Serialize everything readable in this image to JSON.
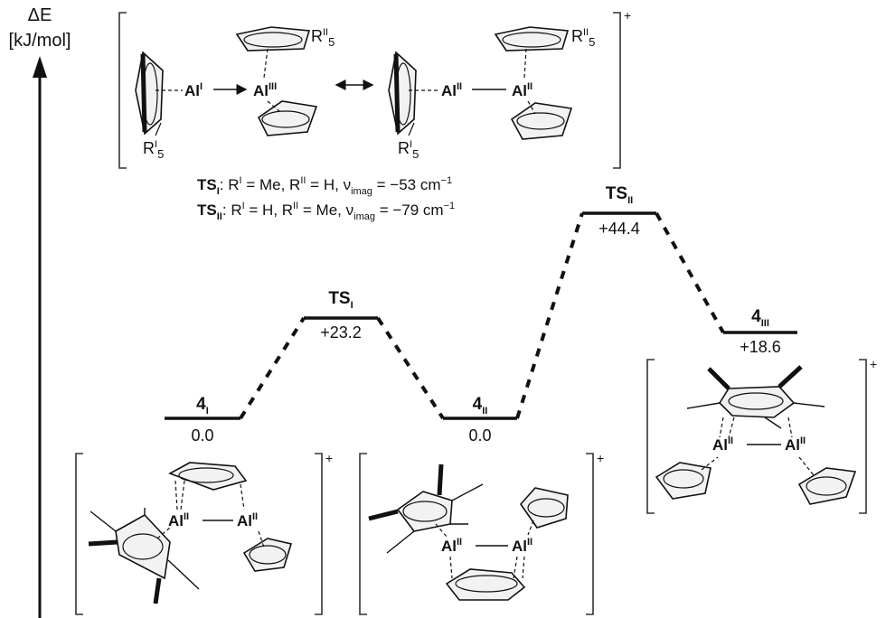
{
  "axis": {
    "symbol": "ΔE",
    "unit": "[kJ/mol]"
  },
  "states": [
    {
      "id": "4I",
      "label_main": "4",
      "label_sub": "I",
      "energy": 0.0,
      "energy_text": "0.0"
    },
    {
      "id": "TSI",
      "label_main": "TS",
      "label_sub": "I",
      "energy": 23.2,
      "energy_text": "+23.2"
    },
    {
      "id": "4II",
      "label_main": "4",
      "label_sub": "II",
      "energy": 0.0,
      "energy_text": "0.0"
    },
    {
      "id": "TSII",
      "label_main": "TS",
      "label_sub": "II",
      "energy": 44.4,
      "energy_text": "+44.4"
    },
    {
      "id": "4III",
      "label_main": "4",
      "label_sub": "III",
      "energy": 18.6,
      "energy_text": "+18.6"
    }
  ],
  "ts_legend": [
    {
      "name_main": "TS",
      "name_sub": "I",
      "r1": "Me",
      "r2": "H",
      "nu_value": "−53"
    },
    {
      "name_main": "TS",
      "name_sub": "II",
      "r1": "H",
      "r2": "Me",
      "nu_value": "−79"
    }
  ],
  "legend_text": {
    "sep": ": ",
    "r_letter": "R",
    "r1_sup": "I",
    "r2_sup": "II",
    "eq": " = ",
    "comma": ", ",
    "nu": "ν",
    "nu_sub": "imag",
    "unit": " cm",
    "unit_sup": "−1"
  },
  "ts_structure": {
    "left": {
      "al1": "Al",
      "al1_ox": "I",
      "al2": "Al",
      "al2_ox": "III"
    },
    "right": {
      "al1": "Al",
      "al1_ox": "II",
      "al2": "Al",
      "al2_ox": "II"
    },
    "r_lower": "R",
    "r_lower_sup": "I",
    "r_lower_sub": "5",
    "r_upper": "R",
    "r_upper_sup": "II",
    "r_upper_sub": "5",
    "charge": "+"
  },
  "structures": {
    "s4I": {
      "al": "Al",
      "ox": "II",
      "charge": "+"
    },
    "s4II": {
      "al": "Al",
      "ox": "II",
      "charge": "+"
    },
    "s4III": {
      "al": "Al",
      "ox": "II",
      "charge": "+"
    }
  }
}
